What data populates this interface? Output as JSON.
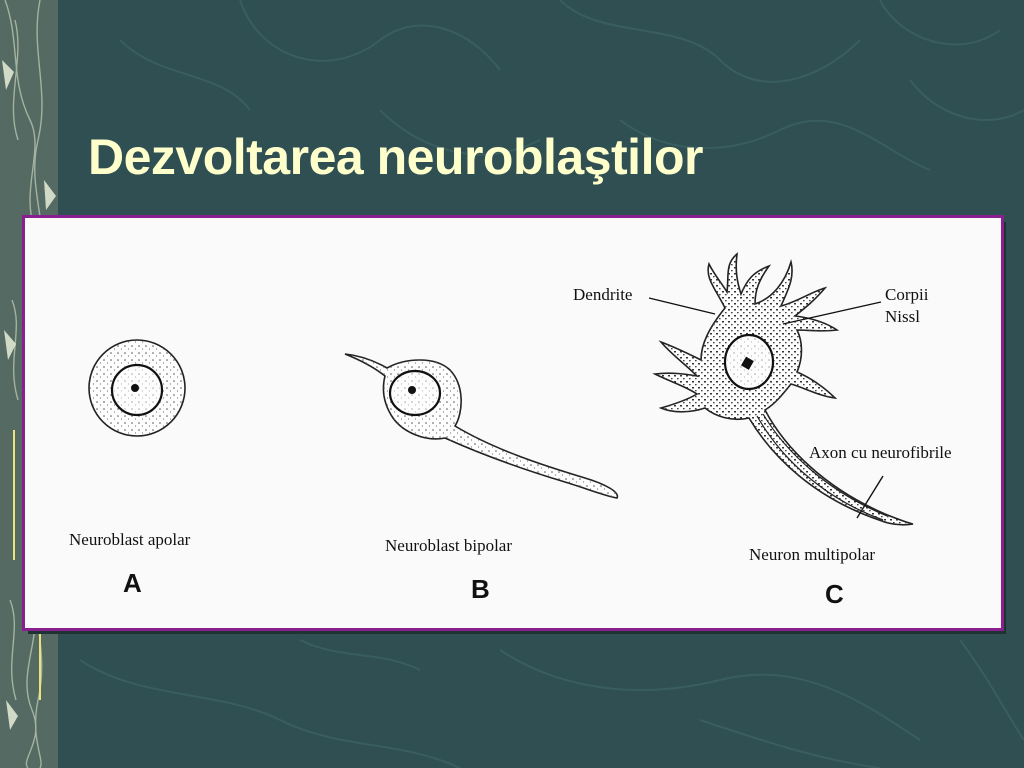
{
  "slide": {
    "title": "Dezvoltarea neuroblaştilor"
  },
  "diagram": {
    "panels": [
      {
        "caption": "Neuroblast apolar",
        "letter": "A"
      },
      {
        "caption": "Neuroblast bipolar",
        "letter": "B"
      },
      {
        "caption": "Neuron multipolar",
        "letter": "C"
      }
    ],
    "annotations": {
      "dendrite": "Dendrite",
      "nissl_line1": "Corpii",
      "nissl_line2": "Nissl",
      "axon": "Axon cu neurofibrile"
    }
  },
  "colors": {
    "background": "#2f4f52",
    "title": "#ffffcc",
    "frame_border": "#8a1f8f"
  }
}
